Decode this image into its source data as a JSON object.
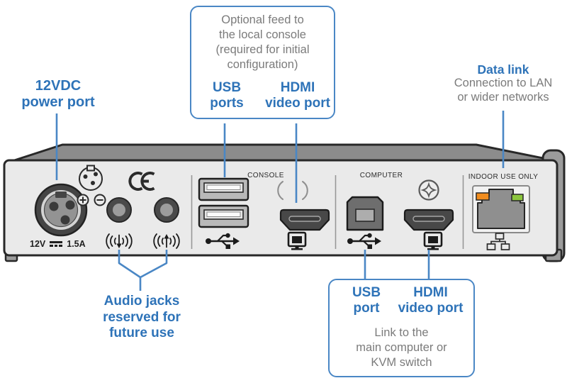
{
  "colors": {
    "label_blue": "#2e73b8",
    "callout_line_blue": "#4a87c5",
    "note_gray": "#7b7b7b",
    "panel_gray": "#eaeaea",
    "chassis_top_gray": "#8c8c8c",
    "led_orange": "#f08c1e",
    "led_green": "#8cc63e"
  },
  "callouts": {
    "power": {
      "lines": [
        "12VDC",
        "power port"
      ]
    },
    "local_console": {
      "note": [
        "Optional feed to",
        "the local console",
        "(required for initial",
        "configuration)"
      ],
      "usb": [
        "USB",
        "ports"
      ],
      "hdmi": [
        "HDMI",
        "video port"
      ]
    },
    "data_link": {
      "title": "Data link",
      "note": [
        "Connection to LAN",
        "or wider networks"
      ]
    },
    "audio": {
      "lines": [
        "Audio jacks",
        "reserved for",
        "future use"
      ]
    },
    "computer_link": {
      "usb": [
        "USB",
        "port"
      ],
      "hdmi": [
        "HDMI",
        "video port"
      ],
      "note": [
        "Link to the",
        "main computer or",
        "KVM switch"
      ]
    }
  },
  "panel": {
    "console_label": "CONSOLE",
    "computer_label": "COMPUTER",
    "indoor_label": "INDOOR USE ONLY",
    "power_rating": {
      "voltage": "12V",
      "current": "1.5A"
    }
  },
  "icons": {
    "power_connector": "4-pin-din-socket",
    "polarity": "pinout-polarity-plus-minus",
    "certification": "ce-mark",
    "audio_out": "speaker-waves-down-arrow",
    "audio_in": "speaker-waves-up-arrow",
    "usb": "usb-trident",
    "display": "monitor",
    "screw": "screw-head-star",
    "network": "ethernet-nodes",
    "dc": "dc-voltage-symbol"
  }
}
